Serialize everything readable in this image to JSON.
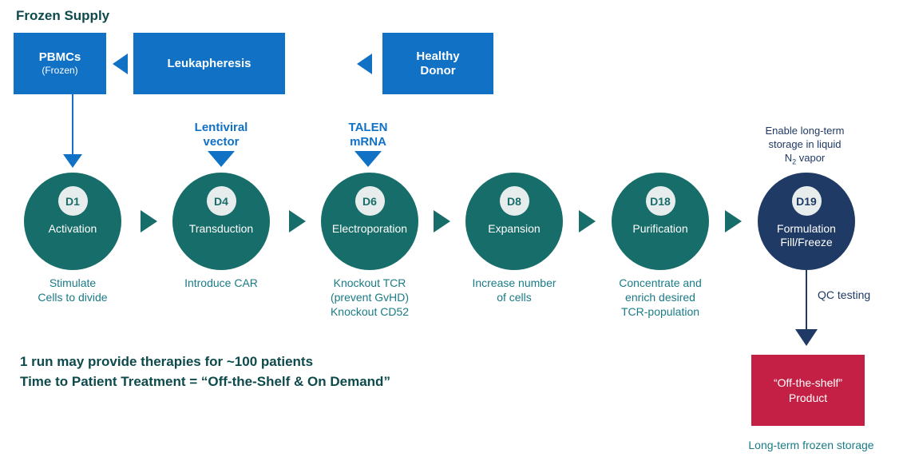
{
  "colors": {
    "blue": "#1071C5",
    "teal_circle": "#166D69",
    "navy": "#1F3A64",
    "red": "#C42045",
    "teal_text": "#1A7B87",
    "dark_teal_text": "#0E4A4C",
    "badge_bg": "#E7EDEC"
  },
  "title": "Frozen Supply",
  "top_row": {
    "pbmcs_title": "PBMCs",
    "pbmcs_subtitle": "(Frozen)",
    "leukapheresis": "Leukapheresis",
    "donor_line1": "Healthy",
    "donor_line2": "Donor"
  },
  "stages": [
    {
      "day": "D1",
      "name": "Activation",
      "notes": [
        "Stimulate",
        "Cells to divide"
      ]
    },
    {
      "day": "D4",
      "name": "Transduction",
      "notes": [
        "Introduce CAR"
      ],
      "input": [
        "Lentiviral",
        "vector"
      ]
    },
    {
      "day": "D6",
      "name": "Electroporation",
      "notes": [
        "Knockout TCR",
        "(prevent GvHD)",
        "Knockout CD52"
      ],
      "input": [
        "TALEN",
        "mRNA"
      ]
    },
    {
      "day": "D8",
      "name": "Expansion",
      "notes": [
        "Increase number",
        "of cells"
      ]
    },
    {
      "day": "D18",
      "name": "Purification",
      "notes": [
        "Concentrate and",
        "enrich desired",
        "TCR-population"
      ]
    },
    {
      "day": "D19",
      "name_line1": "Formulation",
      "name_line2": "Fill/Freeze",
      "note_line1": "Enable long-term",
      "note_line2": "storage in liquid",
      "n2_pre": "N",
      "n2_sub": "2",
      "n2_post": " vapor"
    }
  ],
  "qc_label": "QC testing",
  "product_box": {
    "line1": "“Off-the-shelf”",
    "line2": "Product"
  },
  "storage_label": "Long-term frozen storage",
  "summary_line1": "1 run may provide therapies for ~100 patients",
  "summary_line2": "Time to Patient Treatment = “Off-the-Shelf & On Demand”"
}
